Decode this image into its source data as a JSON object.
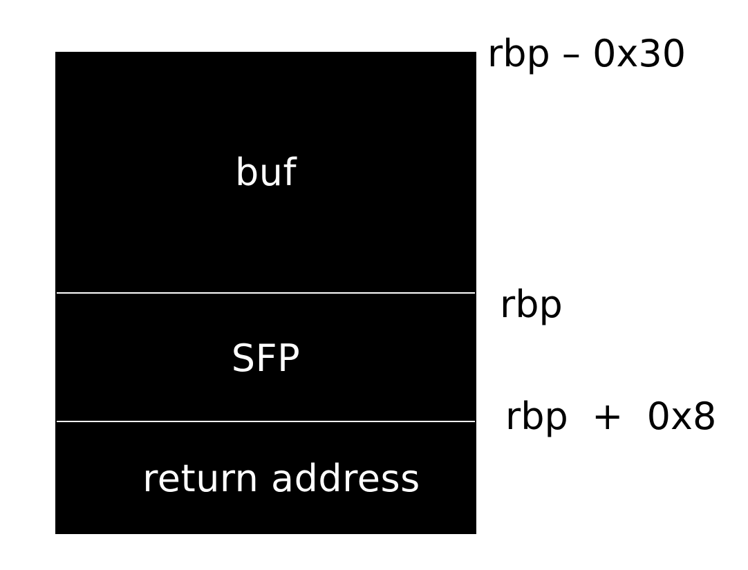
{
  "stack": {
    "regions": [
      {
        "id": "buf",
        "label": "buf"
      },
      {
        "id": "sfp",
        "label": "SFP"
      },
      {
        "id": "ret",
        "label": "return address"
      }
    ],
    "fill_color": "#000000",
    "text_color": "#ffffff"
  },
  "offsets": {
    "top": "rbp – 0x30",
    "middle": "rbp",
    "bottom": "rbp  +  0x8"
  }
}
